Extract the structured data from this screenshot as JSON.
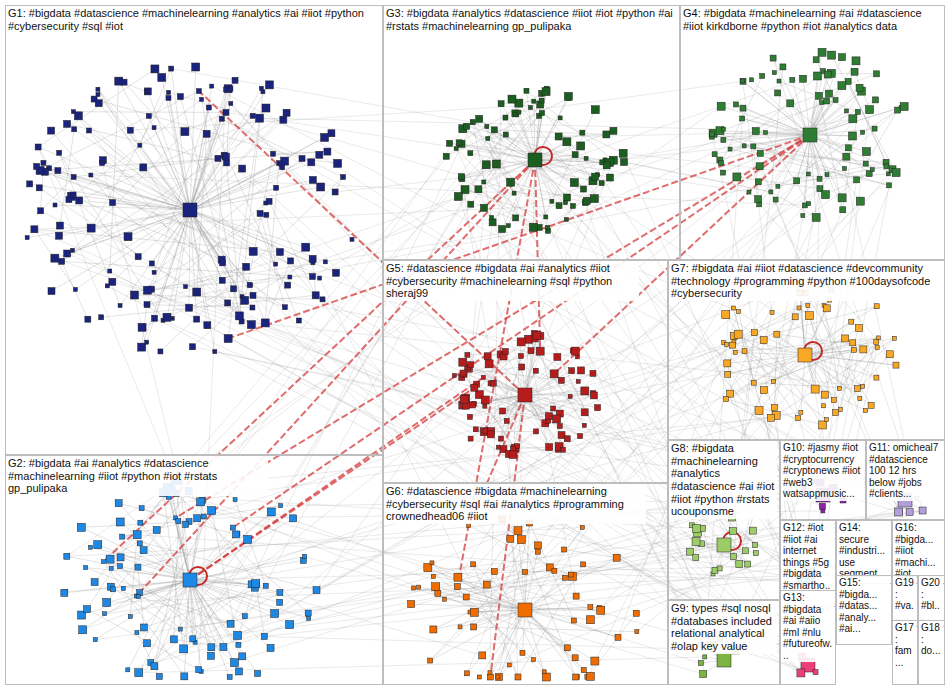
{
  "diagram": {
    "nodes": [
      {
        "text": [
          "G1: #bigdata #datascience #machinelearning #analytics #ai #iiot #python #cybersecurity #sql #iot"
        ]
      },
      {
        "text": [
          "G3: #bigdata #analytics #datascience #iiot #iot #python #ai #rstats #machinelearning gp_pulipaka"
        ]
      },
      {
        "text": [
          "G4: #bigdata #machinelearning #ai #datascience #iiot kirkdborne #python #iot #analytics data"
        ]
      },
      {
        "text": [
          "G5: #datascience #bigdata #ai #analytics #iiot #cybersecurity #machinelearning #sql #python sheraj99"
        ]
      },
      {
        "text": [
          "G7: #bigdata #ai #iiot #datascience #devcommunity #technology #programming #python #100daysofcode #cybersecurity"
        ]
      },
      {
        "text": [
          "G2: #bigdata #ai #analytics #datascience #machinelearning #iiot #python #iot #rstats gp_pulipaka"
        ]
      },
      {
        "text": [
          "G6: #datascience #bigdata #machinelearning #cybersecurity #sql #ai #analytics #programming crownedhead06 #iiot"
        ]
      },
      {
        "text": [
          "G8: #bigdata #machinelearning #analytics #datascience #ai #iot #iiot #python #rstats ucouponsme"
        ]
      },
      {
        "text": [
          "G10: #jasmy #iot #cryptocurrency #cryptonews #iiot #web3 watsappmusic..."
        ]
      },
      {
        "text": [
          "G11: omicheal7 #datascience 100 12 hrs below #jobs #clients..."
        ]
      },
      {
        "text": [
          "G12: #iot #iiot #ai internet things #5g #bigdata #smartho..."
        ]
      },
      {
        "text": [
          "G14: secure #industri... use segment..."
        ]
      },
      {
        "text": [
          "G16: #bigda... #iiot #machi... #iot..."
        ]
      },
      {
        "text": [
          "G13: #bigdata #ai #aiio #ml #nlu #futureofw..."
        ]
      },
      {
        "text": [
          "G15: #bigda... #datas... #analy... #ai..."
        ]
      },
      {
        "text": [
          "G19: #va..."
        ]
      },
      {
        "text": [
          "G20: #bl..."
        ]
      },
      {
        "text": [
          "G9: types #sql nosql #databases included relational analytical #olap key value"
        ]
      },
      {
        "text": [
          "G17: fam..."
        ]
      },
      {
        "text": [
          "G18: do..."
        ]
      }
    ]
  }
}
